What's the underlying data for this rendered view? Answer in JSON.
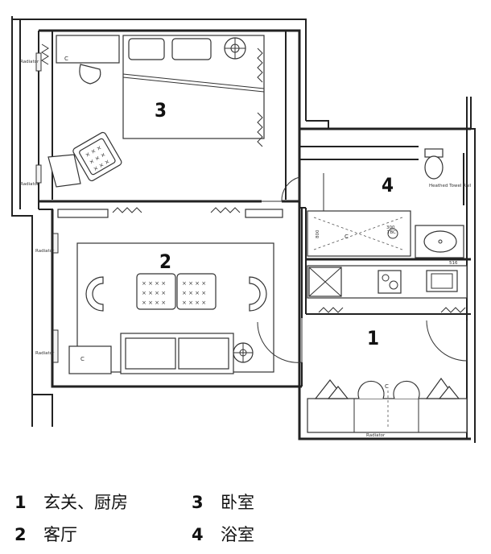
{
  "rooms": [
    {
      "number": "1",
      "label": "玄关、厨房"
    },
    {
      "number": "2",
      "label": "客厅"
    },
    {
      "number": "3",
      "label": "卧室"
    },
    {
      "number": "4",
      "label": "浴室"
    }
  ],
  "annotations": {
    "radiator": "Radiator",
    "towel_rail": "Heathed Towel Rail",
    "tbc_number": "300",
    "tbc": "TBC",
    "shower_width": "800",
    "basin_width": "516",
    "cupboard_mark": "C"
  }
}
